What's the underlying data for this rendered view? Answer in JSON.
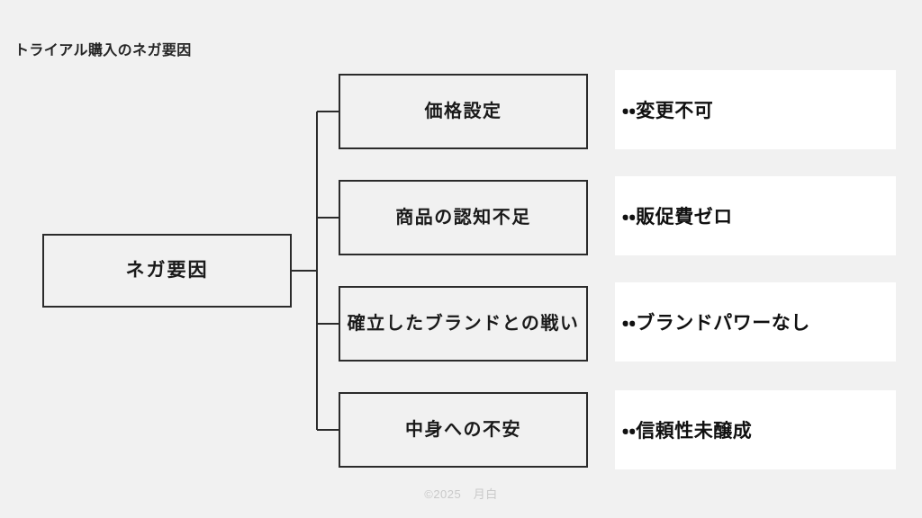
{
  "slide": {
    "title": "トライアル購入のネガ要因",
    "background_color": "#f1f1f1",
    "box_border_color": "#2b2b2b",
    "panel_color": "#ffffff",
    "footer": "©2025　月白"
  },
  "diagram": {
    "type": "tree",
    "root": {
      "label": "ネガ要因"
    },
    "branches": [
      {
        "label": "価格設定",
        "note": "・・変更不可"
      },
      {
        "label": "商品の認知不足",
        "note": "・・販促費ゼロ"
      },
      {
        "label": "確立したブランドとの戦い",
        "note": "・・ブランドパワーなし"
      },
      {
        "label": "中身への不安",
        "note": "・・信頼性未醸成"
      }
    ]
  }
}
